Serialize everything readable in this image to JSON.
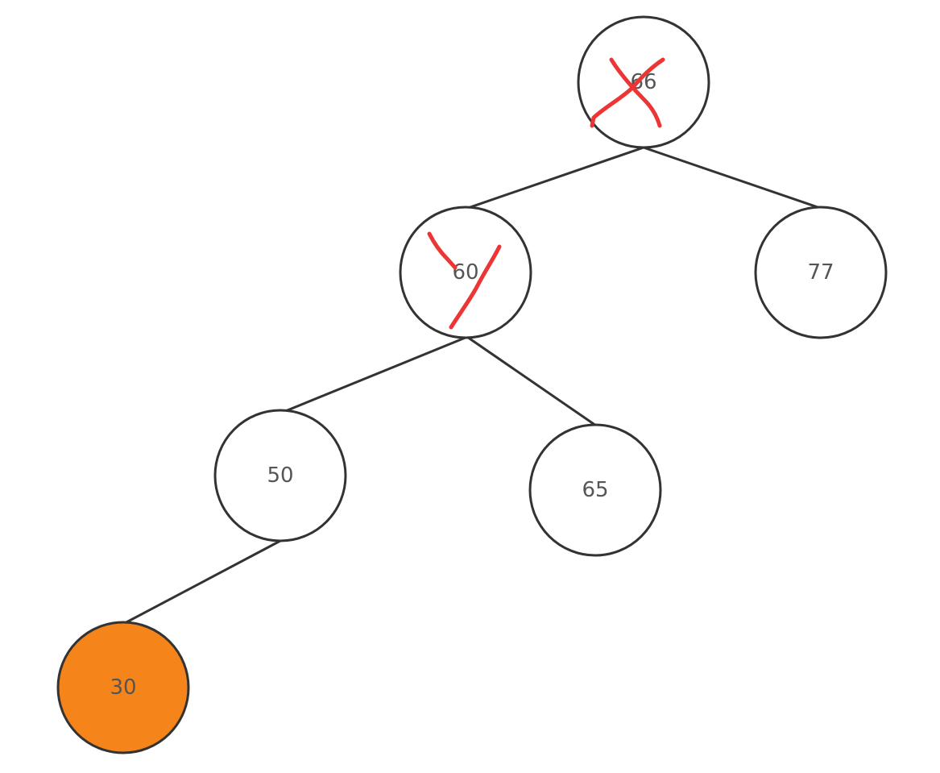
{
  "diagram": {
    "nodes": [
      {
        "id": "n66",
        "label": "66",
        "fill": "#ffffff",
        "mark": "cross"
      },
      {
        "id": "n60",
        "label": "60",
        "fill": "#ffffff",
        "mark": "check"
      },
      {
        "id": "n77",
        "label": "77",
        "fill": "#ffffff",
        "mark": ""
      },
      {
        "id": "n50",
        "label": "50",
        "fill": "#ffffff",
        "mark": ""
      },
      {
        "id": "n65",
        "label": "65",
        "fill": "#ffffff",
        "mark": ""
      },
      {
        "id": "n30",
        "label": "30",
        "fill": "#f5841a",
        "mark": ""
      }
    ],
    "edges": [
      {
        "from": "n66",
        "to": "n60"
      },
      {
        "from": "n66",
        "to": "n77"
      },
      {
        "from": "n60",
        "to": "n50"
      },
      {
        "from": "n60",
        "to": "n65"
      },
      {
        "from": "n50",
        "to": "n30"
      }
    ],
    "colors": {
      "stroke": "#333333",
      "mark": "#ee3535",
      "highlight": "#f5841a"
    }
  }
}
